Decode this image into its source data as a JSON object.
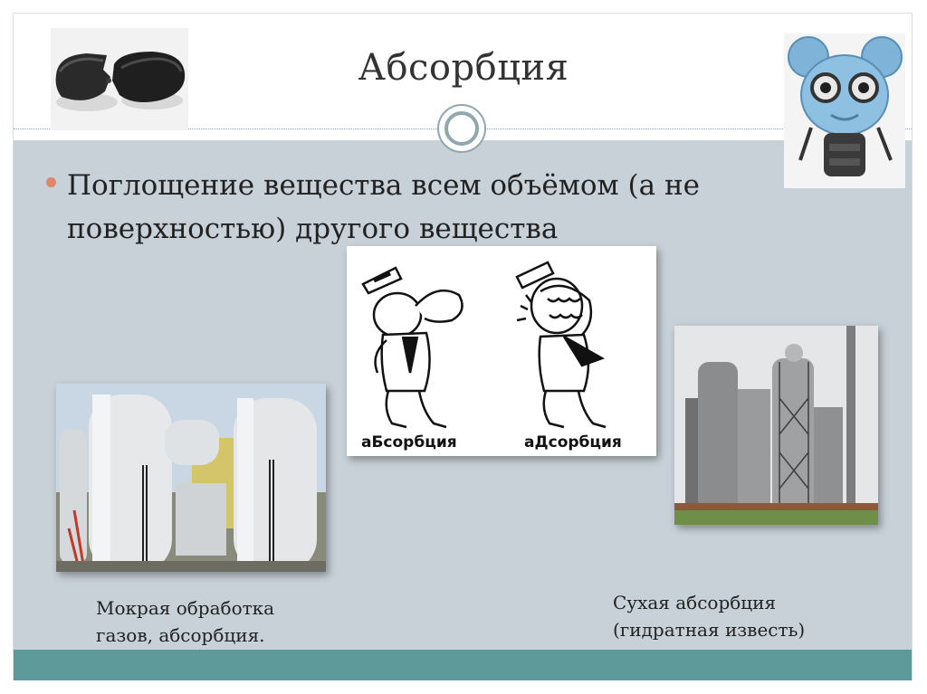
{
  "slide": {
    "title": "Абсорбция",
    "bullet": "Поглощение вещества всем объёмом (а не поверхностью) другого вещества"
  },
  "cartoon": {
    "left_label": "аБсорбция",
    "right_label": "аДсорбция"
  },
  "captions": {
    "wet": "Мокрая обработка газов, абсорбция.",
    "dry_line1": "Сухая абсорбция",
    "dry_line2": "(гидратная известь)"
  },
  "colors": {
    "content_bg": "#c7d1d7",
    "footer_bar": "#5e9a99",
    "bullet": "#e1866c",
    "accent": "#8fa7ae"
  },
  "icons": {
    "bullet": "bullet-dot-icon",
    "ring": "ring-decoration-icon"
  }
}
